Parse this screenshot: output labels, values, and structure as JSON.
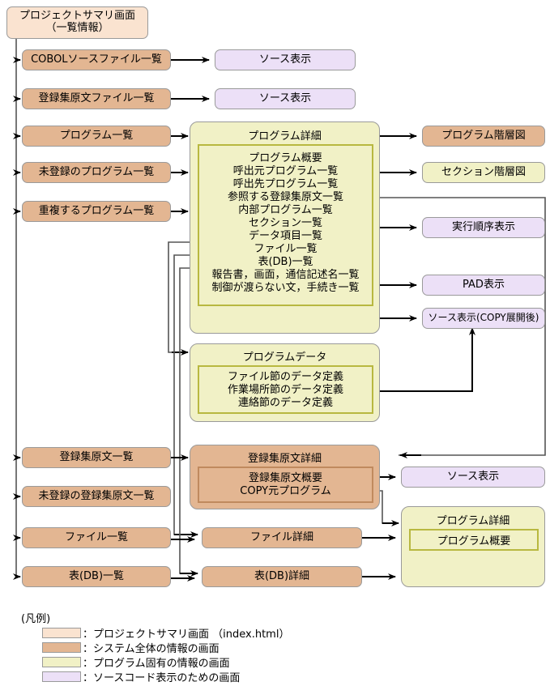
{
  "diagram": {
    "root": {
      "label_line1": "プロジェクトサマリ画面",
      "label_line2": "（一覧情報）"
    },
    "left_column": [
      {
        "label": "COBOLソースファイル一覧"
      },
      {
        "label": "登録集原文ファイル一覧"
      },
      {
        "label": "プログラム一覧"
      },
      {
        "label": "未登録のプログラム一覧"
      },
      {
        "label": "重複するプログラム一覧"
      },
      {
        "label": "登録集原文一覧"
      },
      {
        "label": "未登録の登録集原文一覧"
      },
      {
        "label": "ファイル一覧"
      },
      {
        "label": "表(DB)一覧"
      }
    ],
    "source_views": [
      {
        "label": "ソース表示"
      },
      {
        "label": "ソース表示"
      }
    ],
    "program_detail": {
      "title": "プログラム詳細",
      "items": [
        "プログラム概要",
        "呼出元プログラム一覧",
        "呼出先プログラム一覧",
        "参照する登録集原文一覧",
        "内部プログラム一覧",
        "セクション一覧",
        "データ項目一覧",
        "ファイル一覧",
        "表(DB)一覧",
        "報告書，画面，通信記述名一覧",
        "制御が渡らない文，手続き一覧"
      ]
    },
    "program_data": {
      "title": "プログラムデータ",
      "items": [
        "ファイル節のデータ定義",
        "作業場所節のデータ定義",
        "連絡節のデータ定義"
      ]
    },
    "right_column": [
      {
        "label": "プログラム階層図"
      },
      {
        "label": "セクション階層図"
      },
      {
        "label": "実行順序表示"
      },
      {
        "label": "PAD表示"
      },
      {
        "label": "ソース表示(COPY展開後)"
      }
    ],
    "copy_detail": {
      "title": "登録集原文詳細",
      "items": [
        "登録集原文概要",
        "COPY元プログラム"
      ]
    },
    "copy_source_view": {
      "label": "ソース表示"
    },
    "program_detail_small": {
      "title": "プログラム詳細",
      "inner_label": "プログラム概要"
    },
    "file_detail": {
      "label": "ファイル詳細"
    },
    "table_detail": {
      "label": "表(DB)詳細"
    }
  },
  "legend": {
    "title": "(凡例)",
    "rows": [
      {
        "color": "#fae3d0",
        "text": "：プロジェクトサマリ画面 （index.html）"
      },
      {
        "color": "#e3b692",
        "text": "：システム全体の情報の画面"
      },
      {
        "color": "#f1f1c6",
        "text": "：プログラム固有の情報の画面"
      },
      {
        "color": "#ece0f7",
        "text": "：ソースコード表示のための画面"
      }
    ]
  },
  "colors": {
    "summary": "#fae3d0",
    "system": "#e3b692",
    "program": "#f1f1c6",
    "source": "#ece0f7",
    "arrow": "#000000",
    "thin_line": "#555555",
    "border": "#9a9a9a"
  }
}
